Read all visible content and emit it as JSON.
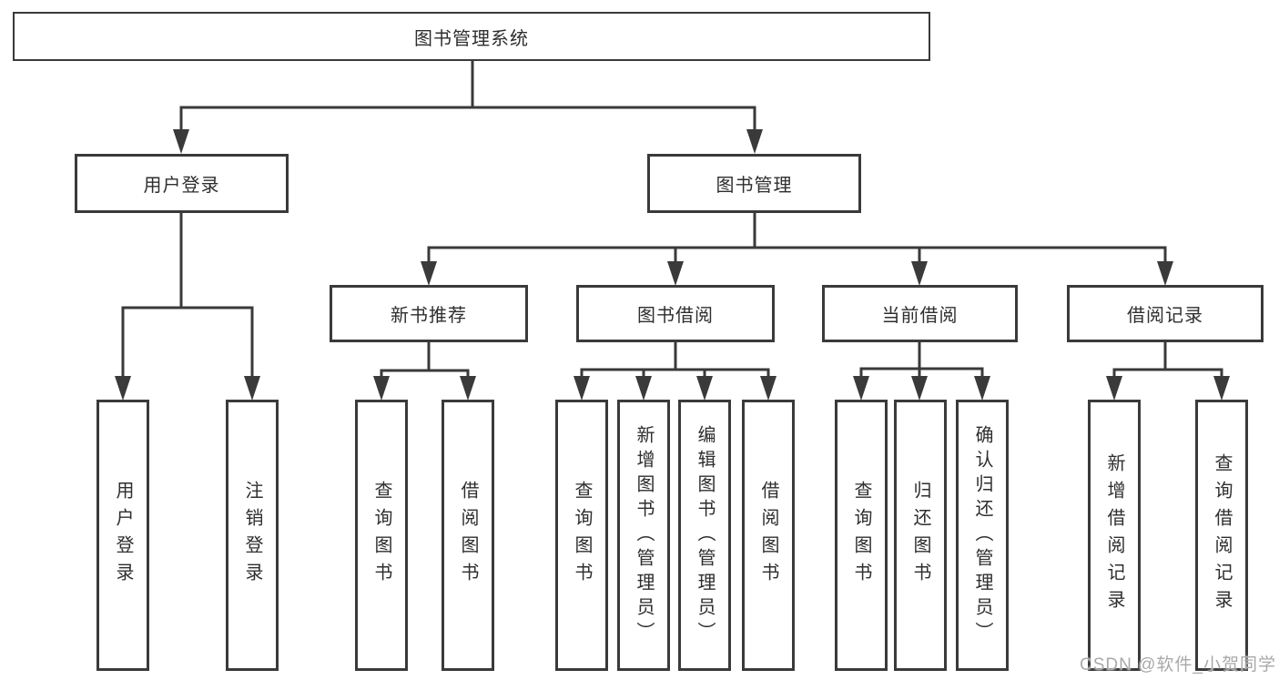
{
  "nodes": {
    "root": "图书管理系统",
    "user_login": "用户登录",
    "book_mgmt": "图书管理",
    "new_book": "新书推荐",
    "book_borrow": "图书借阅",
    "current_borrow": "当前借阅",
    "borrow_record": "借阅记录",
    "leaves": {
      "user_login": [
        "用户登录",
        "注销登录"
      ],
      "new_book": [
        "查询图书",
        "借阅图书"
      ],
      "book_borrow": [
        "查询图书",
        "新增图书（管理员）",
        "编辑图书（管理员）",
        "借阅图书"
      ],
      "current_borrow": [
        "查询图书",
        "归还图书",
        "确认归还（管理员）"
      ],
      "borrow_record": [
        "新增借阅记录",
        "查询借阅记录"
      ]
    }
  },
  "watermark": "CSDN @软件_小贺同学",
  "colors": {
    "line": "#3a3a3a",
    "text": "#2e2e2e",
    "background": "#ffffff",
    "watermark": "#a9a9a9"
  }
}
